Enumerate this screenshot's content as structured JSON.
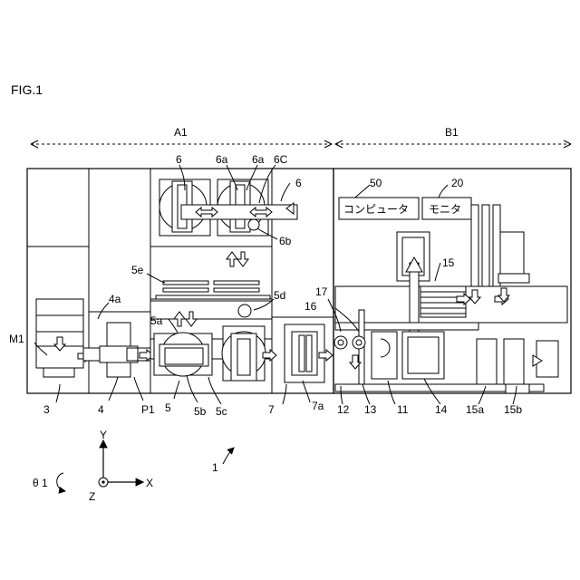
{
  "figure_label": "FIG.1",
  "regions": {
    "a1": "A1",
    "b1": "B1"
  },
  "boxes": {
    "computer": "コンピュータ",
    "monitor": "モニタ"
  },
  "labels": {
    "m1": "M1",
    "n3": "3",
    "n4": "4",
    "n4a": "4a",
    "p1": "P1",
    "n5": "5",
    "n5a": "5a",
    "n5b": "5b",
    "n5c": "5c",
    "n5d": "5d",
    "n5e": "5e",
    "n6_left": "6",
    "n6_right": "6",
    "n6a_left": "6a",
    "n6a_right": "6a",
    "n6c": "6C",
    "n6b": "6b",
    "n7": "7",
    "n7a": "7a",
    "n11": "11",
    "n12": "12",
    "n13": "13",
    "n14": "14",
    "n15": "15",
    "n15a": "15a",
    "n15b": "15b",
    "n16": "16",
    "n17": "17",
    "n20": "20",
    "n50": "50",
    "n1": "1"
  },
  "axes": {
    "y": "Y",
    "x": "X",
    "z": "Z",
    "theta": "θ 1"
  },
  "icons": [
    "arrow-icon",
    "rotation-icon",
    "axis-origin-icon"
  ]
}
